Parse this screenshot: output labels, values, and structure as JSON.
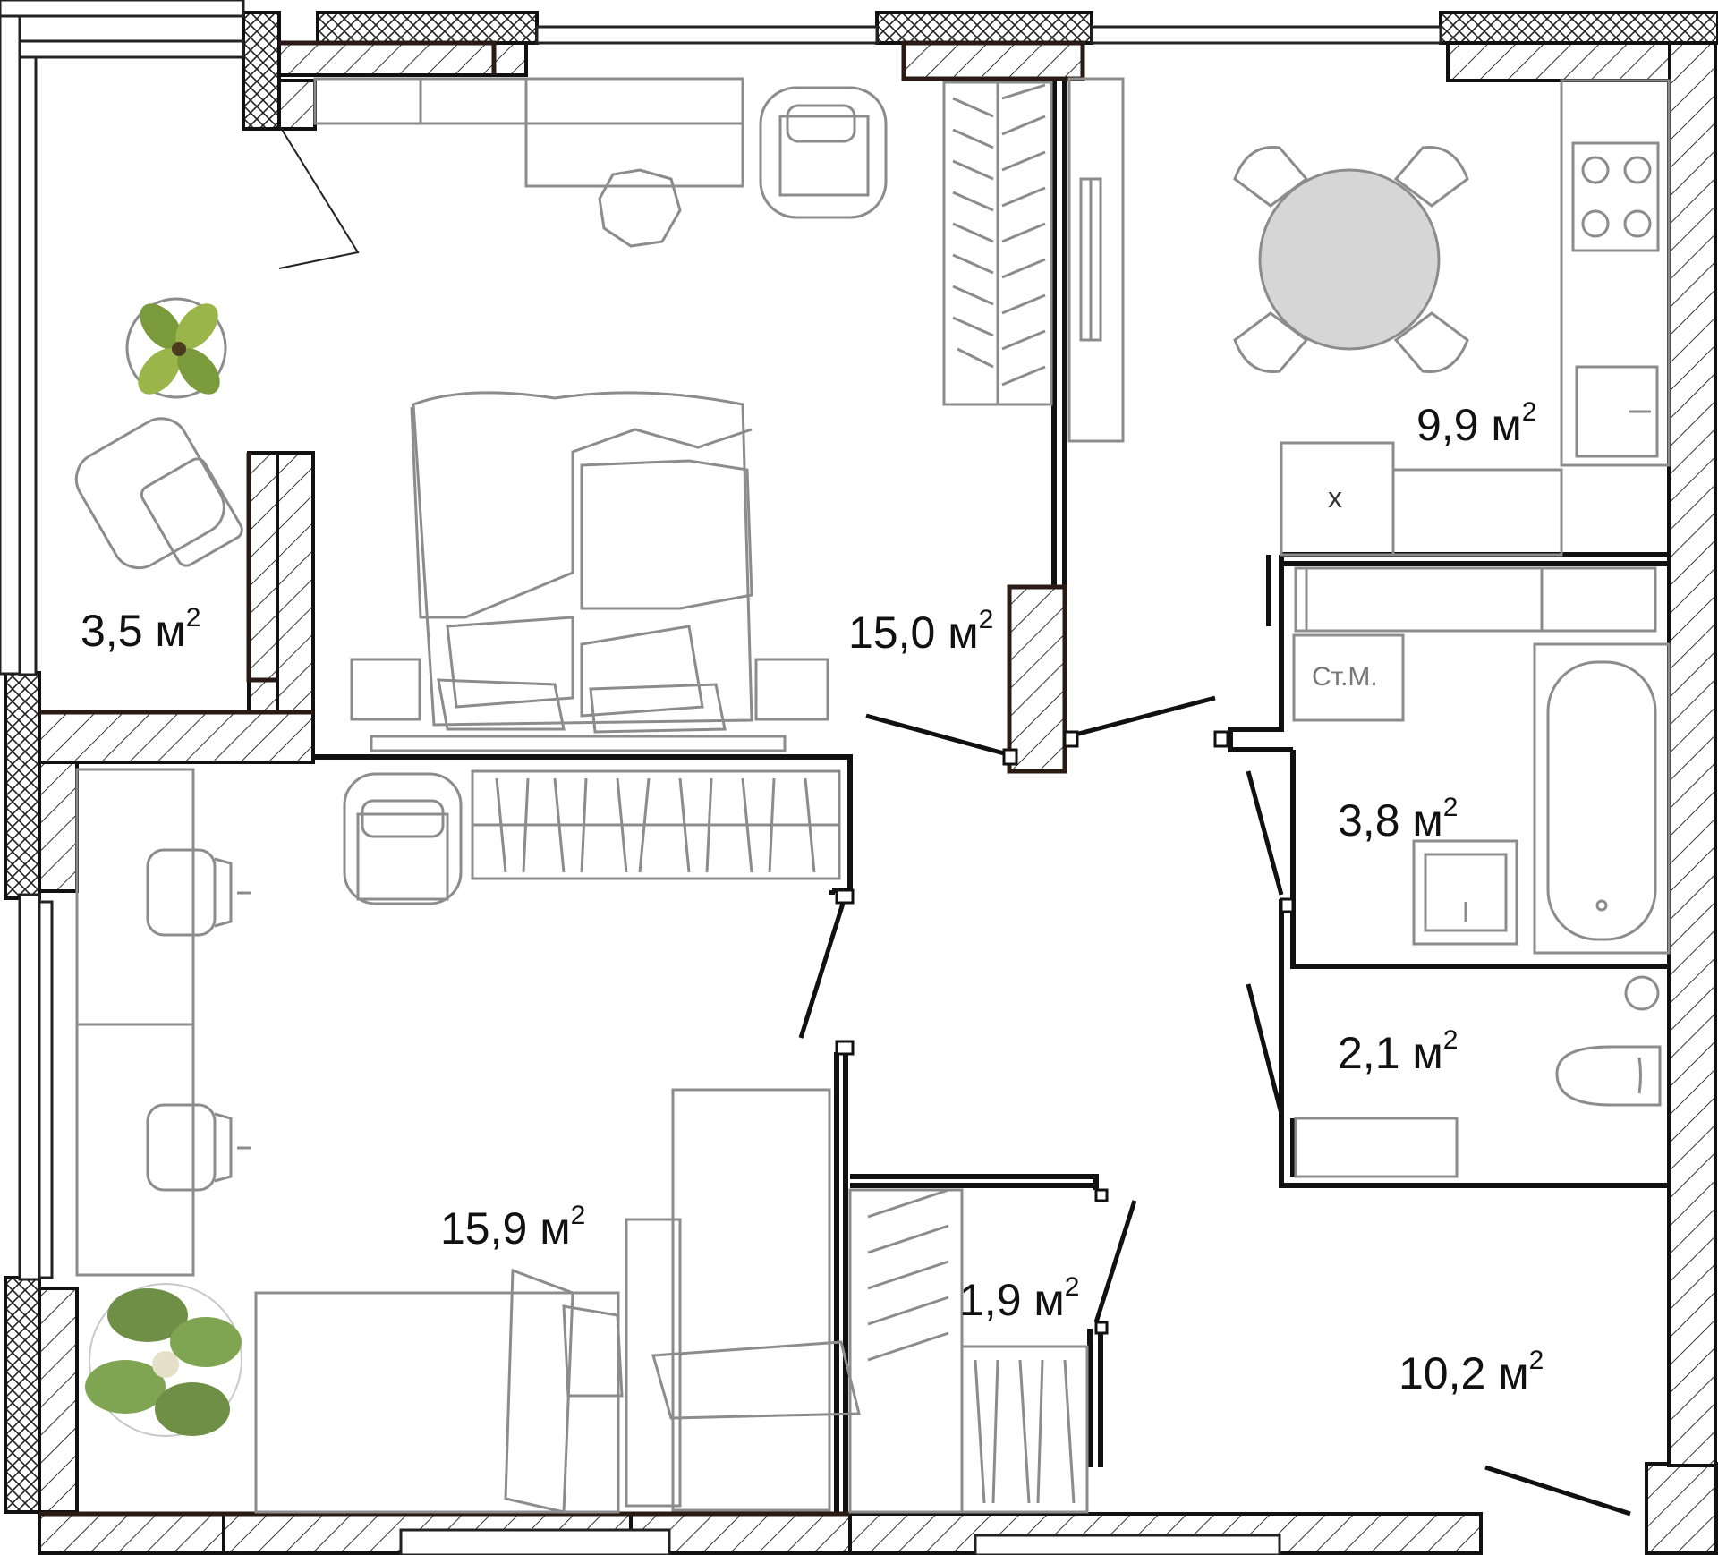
{
  "colors": {
    "wall_outline": "#111111",
    "wall_hatch": "#333333",
    "window_wall": "#2a1a14",
    "furniture": "#8c8c8c",
    "table_fill": "#d6d6d6",
    "plant_green": "#7a9a3c",
    "background": "#ffffff"
  },
  "rooms": [
    {
      "id": "balcony",
      "area": "3,5",
      "unit": "м",
      "sup": "2"
    },
    {
      "id": "bedroom",
      "area": "15,0",
      "unit": "м",
      "sup": "2"
    },
    {
      "id": "kitchen",
      "area": "9,9",
      "unit": "м",
      "sup": "2"
    },
    {
      "id": "bathroom",
      "area": "3,8",
      "unit": "м",
      "sup": "2"
    },
    {
      "id": "wc",
      "area": "2,1",
      "unit": "м",
      "sup": "2"
    },
    {
      "id": "living",
      "area": "15,9",
      "unit": "м",
      "sup": "2"
    },
    {
      "id": "closet",
      "area": "1,9",
      "unit": "м",
      "sup": "2"
    },
    {
      "id": "hallway",
      "area": "10,2",
      "unit": "м",
      "sup": "2"
    }
  ],
  "labels": {
    "washer": "Ст.М.",
    "fridge": "x"
  },
  "icons": [
    "potted-plant-icon",
    "palm-plant-icon",
    "armchair-icon",
    "office-chair-icon",
    "bed-icon",
    "bathtub-icon",
    "toilet-icon",
    "stove-icon",
    "sink-icon",
    "dining-table-icon",
    "wardrobe-icon"
  ]
}
